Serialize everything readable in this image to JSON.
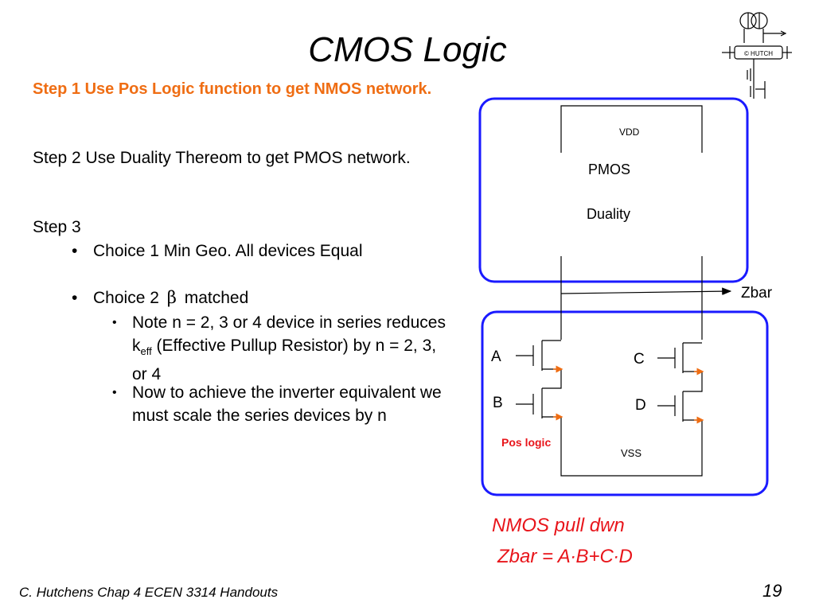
{
  "slide": {
    "title": "CMOS Logic",
    "step1": "Step 1 Use Pos Logic function to get NMOS network.",
    "step2": "Step 2 Use Duality Thereom to get PMOS network.",
    "step3": "Step 3",
    "choice1": "Choice 1 Min Geo. All devices Equal",
    "choice2_a": "Choice 2",
    "choice2_beta": "β",
    "choice2_b": "matched",
    "note_a": "Note n = 2, 3 or 4 device in series reduces k",
    "note_sub": "eff",
    "note_b": " (Effective Pullup Resistor) by n = 2, 3, or 4",
    "now": "Now to achieve the inverter equivalent we must scale the series devices by n",
    "logo_text": "© HUTCH"
  },
  "diagram": {
    "vdd": "VDD",
    "pmos": "PMOS",
    "duality": "Duality",
    "zbar": "Zbar",
    "a": "A",
    "b": "B",
    "c": "C",
    "d": "D",
    "pos_logic": "Pos logic",
    "vss": "VSS",
    "nmos_caption": "NMOS pull dwn",
    "zbar_eq": "Zbar = A∙B+C∙D",
    "box_color": "#1a1aff",
    "accent_red": "#e8151b",
    "arrow_orange": "#ef6d13"
  },
  "footer": {
    "left": "C. Hutchens Chap 4 ECEN 3314 Handouts",
    "page": "19"
  }
}
